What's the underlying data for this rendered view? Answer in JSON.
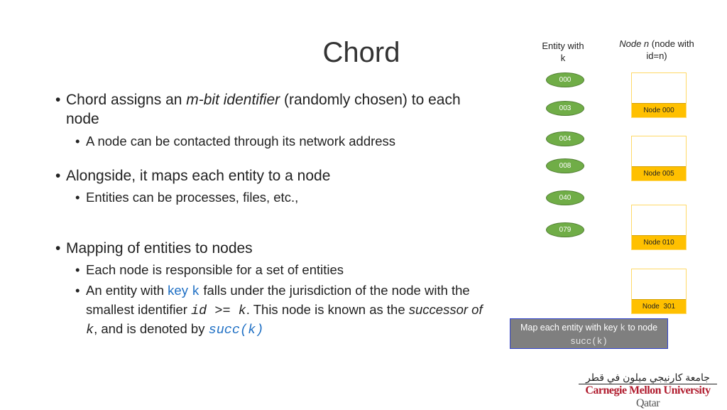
{
  "title": "Chord",
  "bullets": {
    "b1": {
      "pre": "Chord assigns an ",
      "em": "m-bit identifier",
      "post": " (randomly chosen) to each node"
    },
    "b1a": "A node can be contacted through its network address",
    "b2": "Alongside, it maps each entity to a node",
    "b2a": "Entities can be processes, files, etc.,",
    "b3": "Mapping of entities to nodes",
    "b3a": "Each node is responsible for a set of entities",
    "b3b": {
      "p1": "An entity with ",
      "key": "key",
      "k": "k",
      "p2": " falls under the jurisdiction of the node with the smallest identifier ",
      "code": "id >= k",
      "p3": ". This node is known as the ",
      "em": "successor of ",
      "k2": "k",
      "p4": ", and is denoted by ",
      "succ": "succ(k)"
    }
  },
  "diagram": {
    "entity_header": "Entity with k",
    "node_header": {
      "em": "Node n",
      "rest": " (node with id=n)"
    },
    "entities": [
      "000",
      "003",
      "004",
      "008",
      "040",
      "079"
    ],
    "nodes": [
      "Node 000",
      "Node 005",
      "Node 010",
      "Node  301"
    ],
    "callout": {
      "p1": "Map each entity with key ",
      "k": "k",
      "p2": " to node ",
      "succ": "succ(k)"
    },
    "entity_color": "#70ad47",
    "node_color": "#ffc000"
  },
  "logo": {
    "arabic": "جامعة كارنيجي ميلون في قطر",
    "english": "Carnegie Mellon University",
    "english2": "Qatar"
  }
}
